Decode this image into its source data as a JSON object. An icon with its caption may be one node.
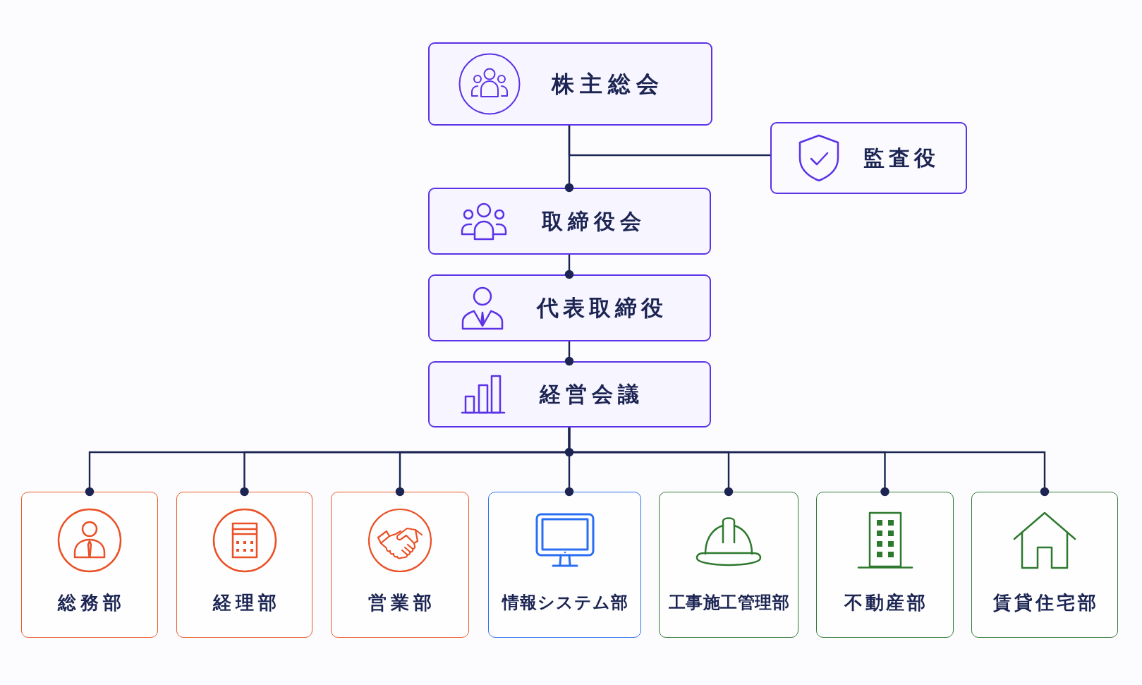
{
  "diagram": {
    "nodes": [
      {
        "text": [
          "株主総会"
        ]
      },
      {
        "text": [
          "監査役"
        ]
      },
      {
        "text": [
          "取締役会"
        ]
      },
      {
        "text": [
          "代表取締役"
        ]
      },
      {
        "text": [
          "経営会議"
        ]
      },
      {
        "text": [
          "総務部"
        ]
      },
      {
        "text": [
          "経理部"
        ]
      },
      {
        "text": [
          "営業部"
        ]
      },
      {
        "text": [
          "情報システム部"
        ]
      },
      {
        "text": [
          "工事施工管理部"
        ]
      },
      {
        "text": [
          "不動産部"
        ]
      },
      {
        "text": [
          "賃貸住宅部"
        ]
      }
    ],
    "edges": [
      {
        "from": 0,
        "to": 1,
        "arrow": "none"
      },
      {
        "from": 0,
        "to": 2,
        "arrow": "other"
      },
      {
        "from": 2,
        "to": 3,
        "arrow": "other"
      },
      {
        "from": 3,
        "to": 4,
        "arrow": "other"
      },
      {
        "from": 4,
        "to": 5,
        "arrow": "other"
      },
      {
        "from": 4,
        "to": 6,
        "arrow": "other"
      },
      {
        "from": 4,
        "to": 7,
        "arrow": "other"
      },
      {
        "from": 4,
        "to": 8,
        "arrow": "other"
      },
      {
        "from": 4,
        "to": 9,
        "arrow": "other"
      },
      {
        "from": 4,
        "to": 10,
        "arrow": "other"
      },
      {
        "from": 4,
        "to": 11,
        "arrow": "other"
      }
    ]
  }
}
